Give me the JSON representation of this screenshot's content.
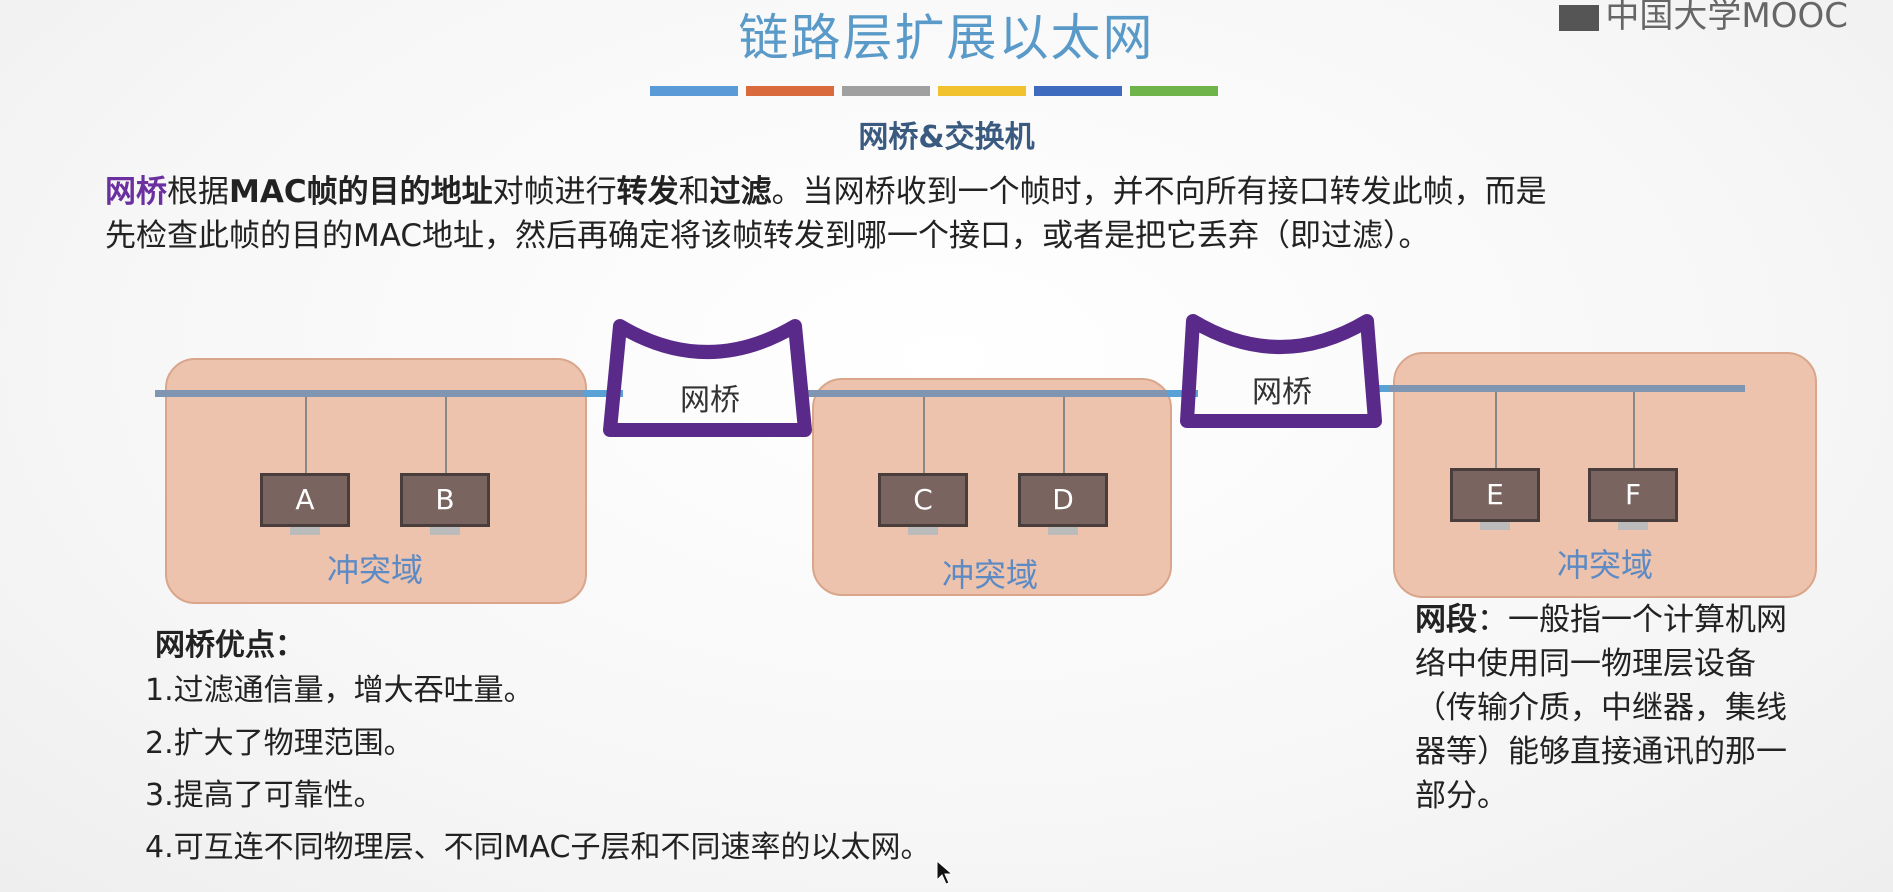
{
  "header": {
    "title": "链路层扩展以太网",
    "logo_text": "中国大学MOOC",
    "subtitle": "网桥&交换机",
    "color_bars": [
      "#5a9ad6",
      "#d96a3c",
      "#a0a0a0",
      "#f2c12e",
      "#3f6bbf",
      "#6fb44a"
    ]
  },
  "intro": {
    "p1_a": "网桥",
    "p1_b": "根据",
    "p1_c": "MAC帧的目的地址",
    "p1_d": "对帧进行",
    "p1_e": "转发",
    "p1_f": "和",
    "p1_g": "过滤",
    "p1_h": "。当网桥收到一个帧时，并不向所有接口转发此帧，而是",
    "p2": "先检查此帧的目的MAC地址，然后再确定将该帧转发到哪一个接口，或者是把它丢弃（即过滤）。"
  },
  "diagram": {
    "bridge_label": "网桥",
    "domain_label": "冲突域",
    "hosts": [
      "A",
      "B",
      "C",
      "D",
      "E",
      "F"
    ],
    "colors": {
      "domain_fill": "#edc3ad",
      "bridge": "#5a2a8a",
      "bus": "#7f95b2"
    }
  },
  "advantages": {
    "title": "网桥优点：",
    "items": [
      "1.过滤通信量，增大吞吐量。",
      "2.扩大了物理范围。",
      "3.提高了可靠性。",
      "4.可互连不同物理层、不同MAC子层和不同速率的以太网。"
    ]
  },
  "segment": {
    "term": "网段",
    "lines": [
      "：一般指一个计算机网",
      "络中使用同一物理层设备",
      "（传输介质，中继器，集线",
      "器等）能够直接通讯的那一",
      "部分。"
    ]
  }
}
